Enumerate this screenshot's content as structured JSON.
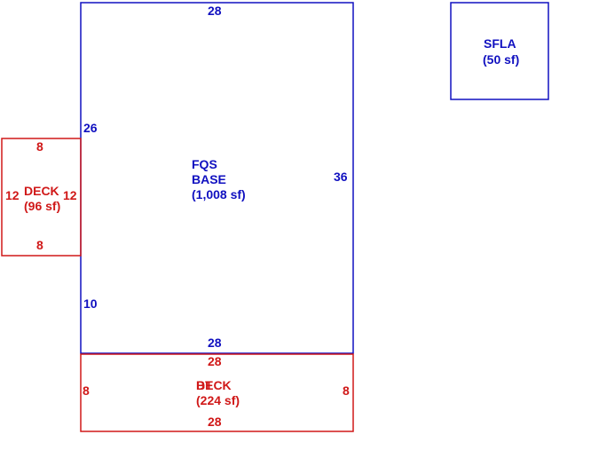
{
  "colors": {
    "base": "#1010c0",
    "deck": "#d01818"
  },
  "base_area": {
    "name_line1": "FQS",
    "name_line2": "BASE",
    "area": "(1,008 sf)",
    "dim_top": "28",
    "dim_right": "36",
    "dim_left_upper": "26",
    "dim_left_lower": "10",
    "dim_bottom": "28"
  },
  "sfla_box": {
    "name": "SFLA",
    "area": "(50 sf)"
  },
  "deck_left": {
    "name": "DECK",
    "area": "(96 sf)",
    "dim_top": "8",
    "dim_bottom": "8",
    "dim_left": "12",
    "dim_right": "12"
  },
  "deck_bottom": {
    "name": "DECK",
    "name_overlap": "BT",
    "area": "(224 sf)",
    "dim_top": "28",
    "dim_bottom": "28",
    "dim_left": "8",
    "dim_right": "8"
  }
}
